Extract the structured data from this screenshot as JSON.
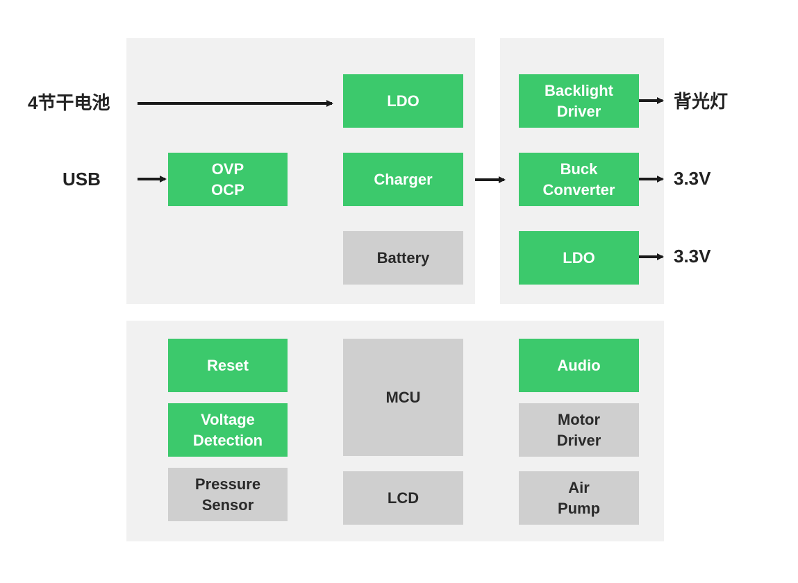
{
  "inputs": {
    "battery": "4节干电池",
    "usb": "USB"
  },
  "outputs": {
    "backlight": "背光灯",
    "buck_out": "3.3V",
    "ldo_out": "3.3V"
  },
  "power_blocks": {
    "ldo_input": "LDO",
    "ovp_ocp": "OVP\nOCP",
    "charger": "Charger",
    "battery": "Battery"
  },
  "regulator_blocks": {
    "backlight_driver": "Backlight\nDriver",
    "buck_converter": "Buck\nConverter",
    "ldo": "LDO"
  },
  "system_blocks": {
    "reset": "Reset",
    "voltage_detection": "Voltage\nDetection",
    "pressure_sensor": "Pressure\nSensor",
    "mcu": "MCU",
    "lcd": "LCD",
    "audio": "Audio",
    "motor_driver": "Motor\nDriver",
    "air_pump": "Air\nPump"
  },
  "colors": {
    "green_block": "#3cc96c",
    "gray_block": "#cfcfcf",
    "panel": "#f1f1f1",
    "arrow": "#1a1a1a"
  }
}
